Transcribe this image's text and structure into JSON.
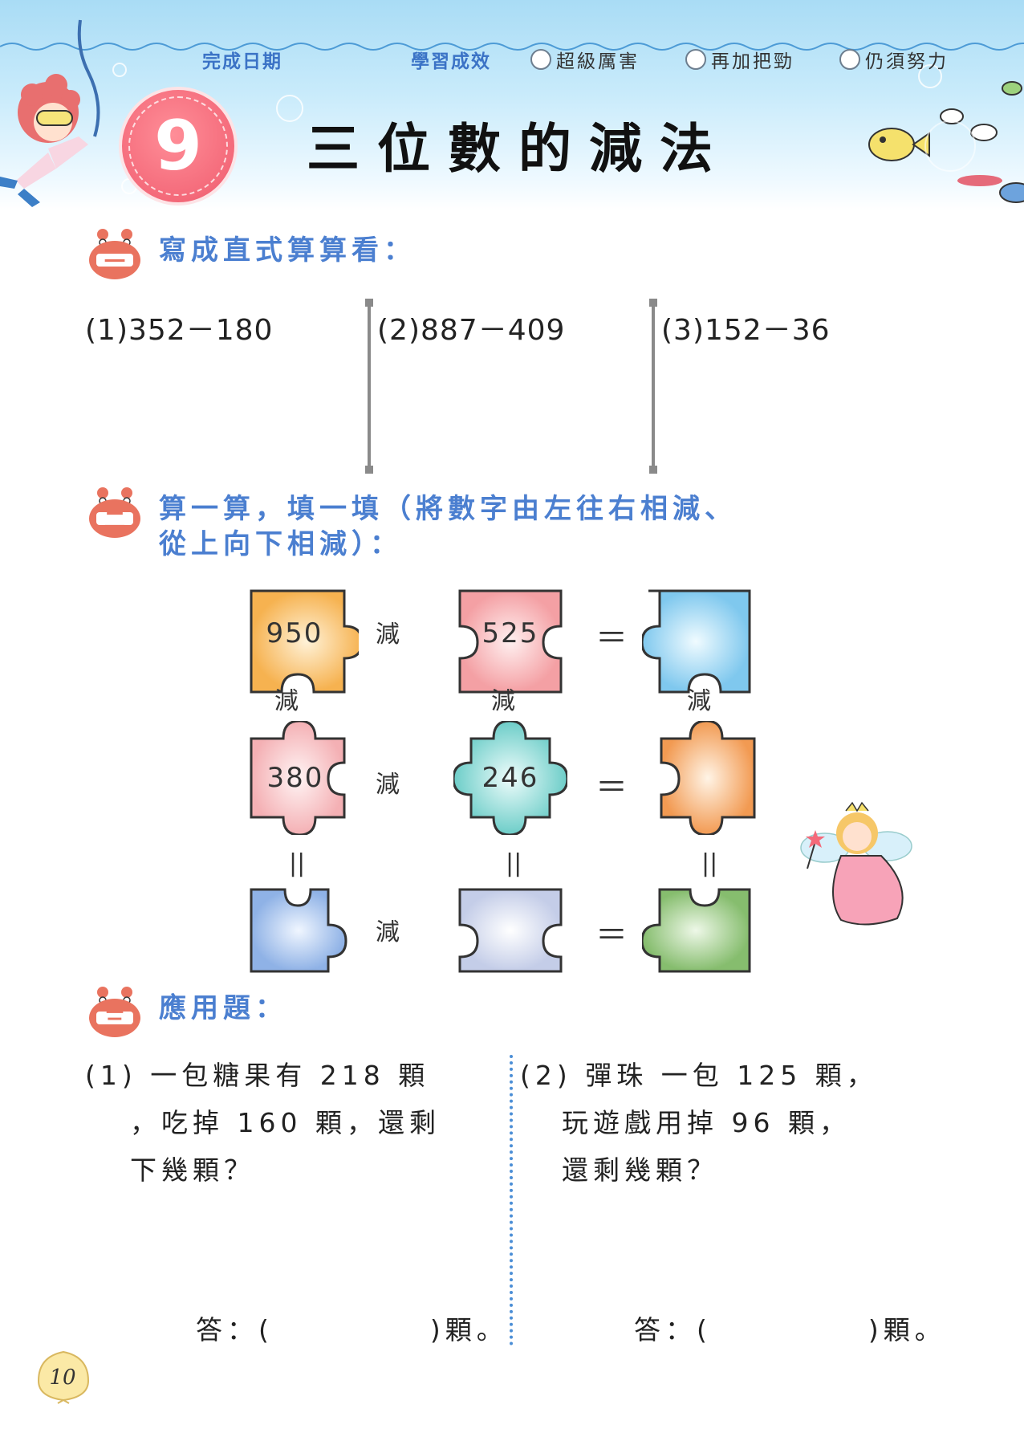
{
  "header": {
    "completion_date_label": "完成日期",
    "result_label": "學習成效",
    "ratings": [
      "超級厲害",
      "再加把勁",
      "仍須努力"
    ],
    "lesson_number": "9",
    "title": "三位數的減法",
    "accent_color": "#4b7fd0",
    "circle_color": "#f46a7a"
  },
  "section1": {
    "badge": "一",
    "instruction": "寫成直式算算看：",
    "problems": [
      "(1)352－180",
      "(2)887－409",
      "(3)152－36"
    ]
  },
  "section2": {
    "badge": "二",
    "instruction_line1": "算一算，填一填（將數字由左往右相減、",
    "instruction_line2": "從上向下相減）：",
    "minus_word": "減",
    "equals": "＝",
    "equals_vertical": "||",
    "grid": [
      [
        "950",
        "525",
        ""
      ],
      [
        "380",
        "246",
        ""
      ],
      [
        "",
        "",
        ""
      ]
    ]
  },
  "section3": {
    "badge": "三",
    "instruction": "應用題：",
    "q1_line1": "(1) 一包糖果有 218 顆",
    "q1_line2": "，吃掉 160 顆，還剩",
    "q1_line3": "下幾顆？",
    "q2_line1": "(2) 彈珠 一包 125 顆，",
    "q2_line2": "玩遊戲用掉 96 顆，",
    "q2_line3": "還剩幾顆？",
    "answer": "答：(　　　　　)顆。"
  },
  "page_number": "10"
}
